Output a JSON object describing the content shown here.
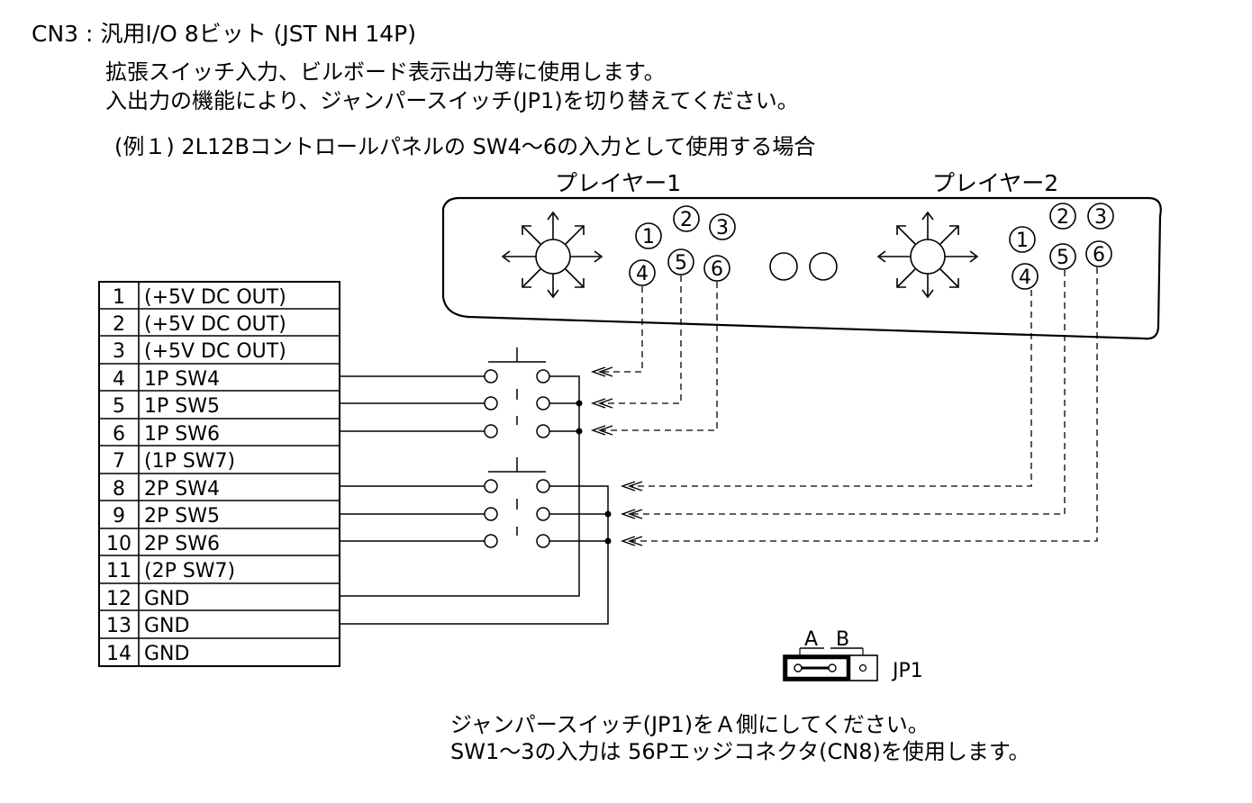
{
  "header": {
    "title": "CN3 : 汎用I/O 8ビット (JST NH 14P)",
    "line1": "拡張スイッチ入力、ビルボード表示出力等に使用します。",
    "line2": "入出力の機能により、ジャンパースイッチ(JP1)を切り替えてください。",
    "example": "(例１) 2L12Bコントロールパネルの SW4～6の入力として使用する場合"
  },
  "panel": {
    "player1": "プレイヤー1",
    "player2": "プレイヤー2",
    "buttons": [
      "1",
      "2",
      "3",
      "4",
      "5",
      "6"
    ]
  },
  "connector": {
    "pins": [
      {
        "no": "1",
        "label": "(+5V DC OUT)"
      },
      {
        "no": "2",
        "label": "(+5V DC OUT)"
      },
      {
        "no": "3",
        "label": "(+5V DC OUT)"
      },
      {
        "no": "4",
        "label": "1P SW4"
      },
      {
        "no": "5",
        "label": "1P SW5"
      },
      {
        "no": "6",
        "label": "1P SW6"
      },
      {
        "no": "7",
        "label": "(1P SW7)"
      },
      {
        "no": "8",
        "label": "2P SW4"
      },
      {
        "no": "9",
        "label": "2P SW5"
      },
      {
        "no": "10",
        "label": "2P SW6"
      },
      {
        "no": "11",
        "label": "(2P SW7)"
      },
      {
        "no": "12",
        "label": "GND"
      },
      {
        "no": "13",
        "label": "GND"
      },
      {
        "no": "14",
        "label": "GND"
      }
    ]
  },
  "jumper": {
    "label_a": "A",
    "label_b": "B",
    "name": "JP1"
  },
  "notes": {
    "line1": "ジャンパースイッチ(JP1)をＡ側にしてください。",
    "line2": "SW1～3の入力は 56Pエッジコネクタ(CN8)を使用します。"
  }
}
